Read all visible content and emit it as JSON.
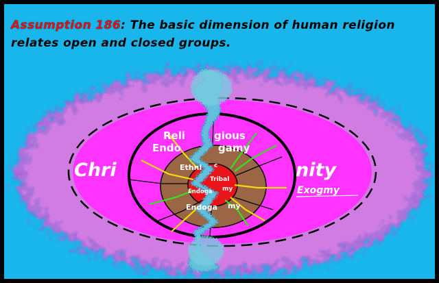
{
  "title": {
    "highlight": "Assumption 186",
    "rest_line1": ": The basic dimension of human religion",
    "line2": "relates open and closed groups."
  },
  "diagram": {
    "outer_left": "Chri",
    "outer_right": "nity",
    "exogamy": "Exogmy",
    "religious_left": "Reli",
    "religious_right": "gious",
    "endo_left": "Endo",
    "endo_right": "gamy",
    "ethnic_left": "Ethni",
    "ethnic_right": "c",
    "tribal": "Tribal",
    "inner_endo": "Endoga",
    "inner_my": "my",
    "lower_endo": "Endoga",
    "lower_my": "my"
  },
  "colors": {
    "background": "#18b6ea",
    "magenta": "#ff33ff",
    "haze": "#c76ad8",
    "brown": "#9b6645",
    "red": "#e8141a",
    "title_highlight": "#d8141c",
    "yellow": "#f2dc10",
    "green": "#36e21e",
    "river": "#62c0dc"
  }
}
